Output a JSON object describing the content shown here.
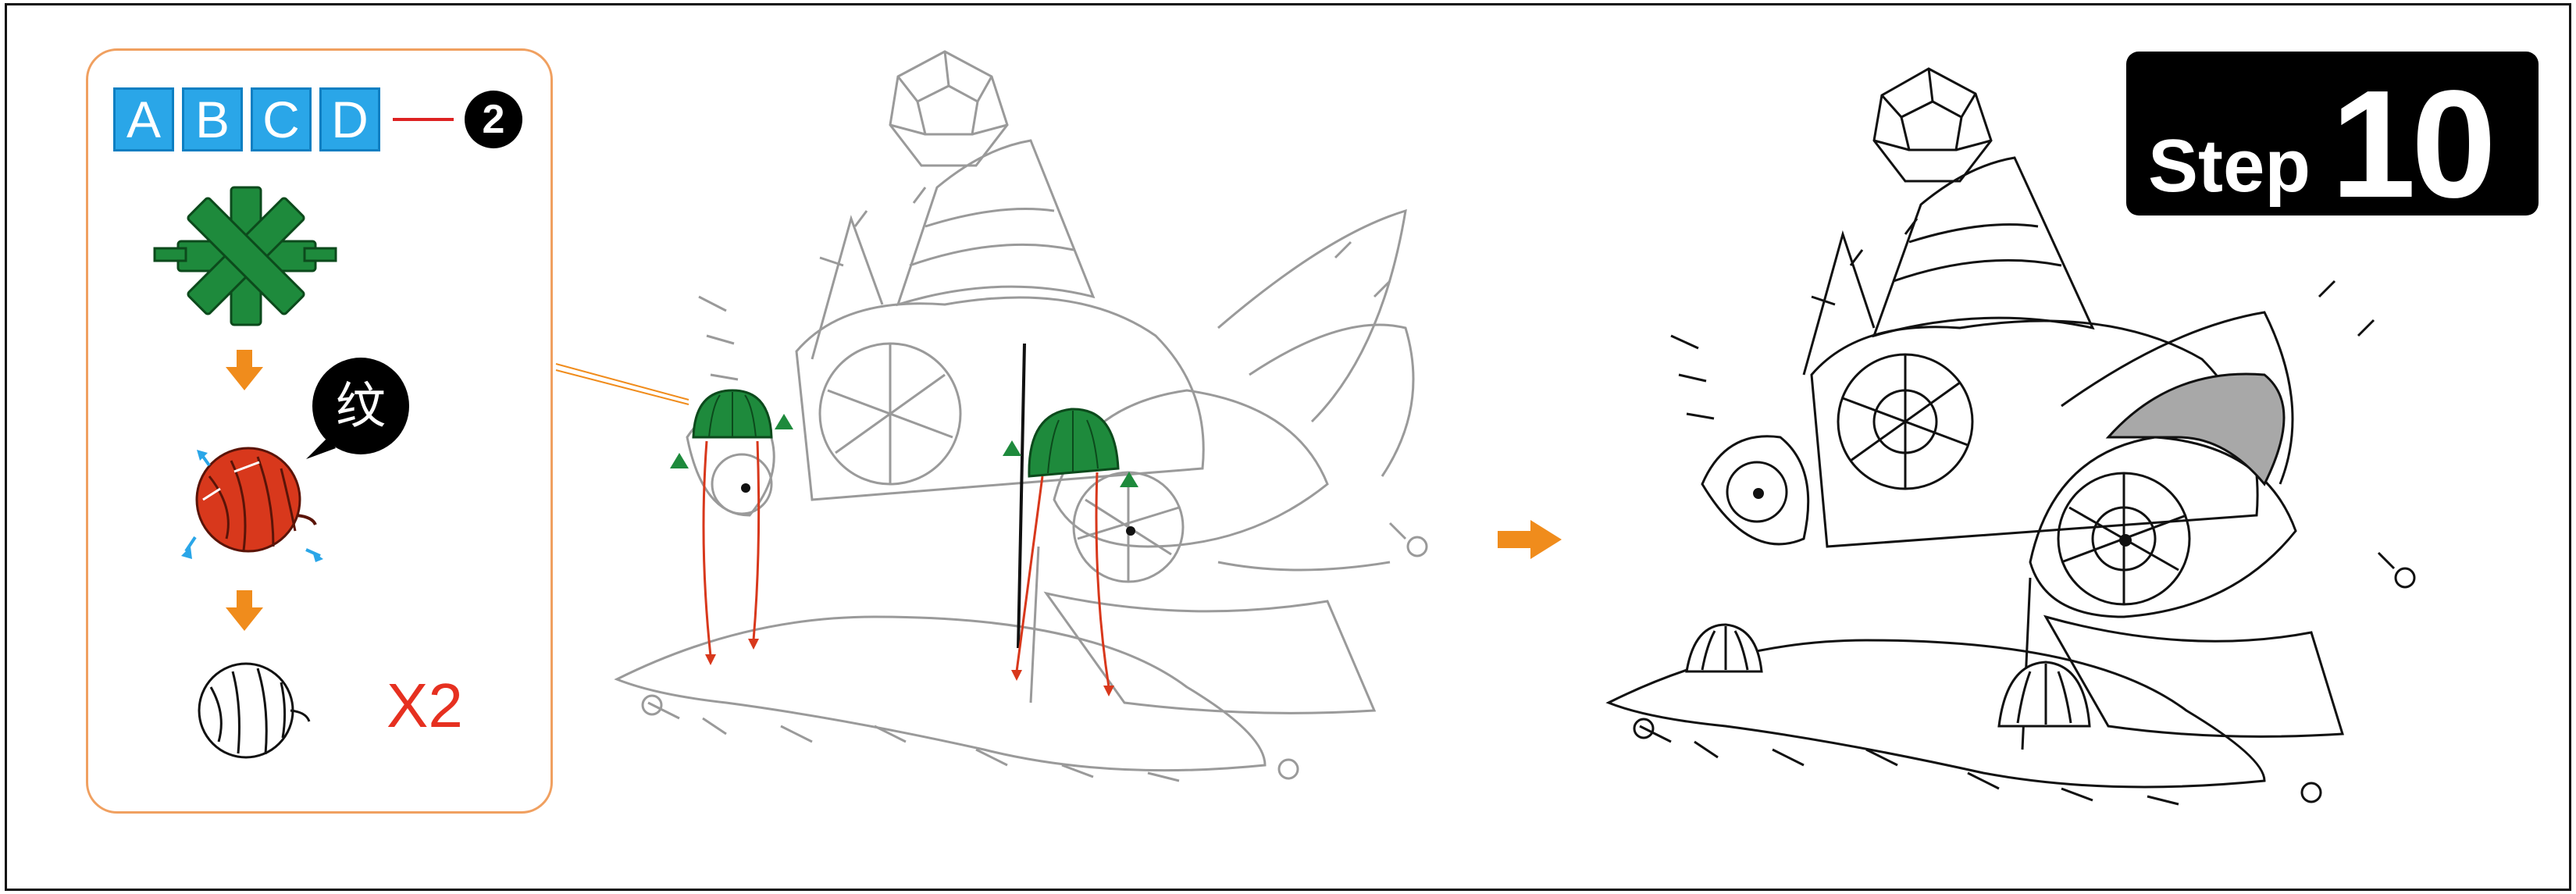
{
  "parts": {
    "letters": [
      "A",
      "B",
      "C",
      "D"
    ],
    "sheet_number": "2",
    "stamp_label": "纹",
    "quantity": "X2"
  },
  "step": {
    "word": "Step",
    "number": "10"
  },
  "icons": {
    "part_shape": "green-gear-flat-piece-icon",
    "curl_instruction": "red-curl-piece-icon",
    "finished_part": "dome-piece-icon",
    "flow_arrow": "orange-arrow-icon",
    "next_arrow": "orange-right-arrow-icon",
    "position_marker": "green-triangle-marker-icon"
  },
  "colors": {
    "letter_fill": "#2aa6e8",
    "part_green": "#1e8a3c",
    "curl_red": "#d8381c",
    "arrow_orange": "#f08c1c",
    "panel_border": "#f0a060",
    "qty_red": "#e63020",
    "badge_black": "#000000"
  }
}
